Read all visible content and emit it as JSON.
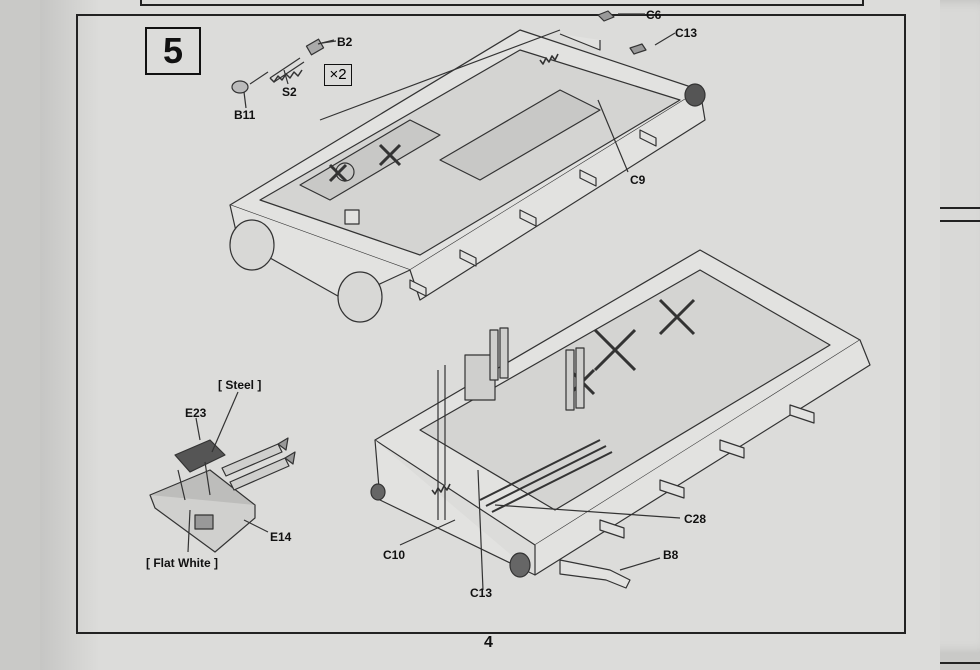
{
  "step": {
    "number": "5",
    "multiplier": "×2"
  },
  "labels": {
    "b2": "B2",
    "s2": "S2",
    "b11": "B11",
    "c6": "C6",
    "c13_top": "C13",
    "c9": "C9",
    "steel": "[ Steel ]",
    "e23": "E23",
    "e14": "E14",
    "flat_white": "[ Flat White ]",
    "c10": "C10",
    "c13_bottom": "C13",
    "c28": "C28",
    "b8": "B8"
  },
  "page_number": "4",
  "colors": {
    "paper": "#dcdcda",
    "ink": "#222222",
    "line": "#333333"
  }
}
